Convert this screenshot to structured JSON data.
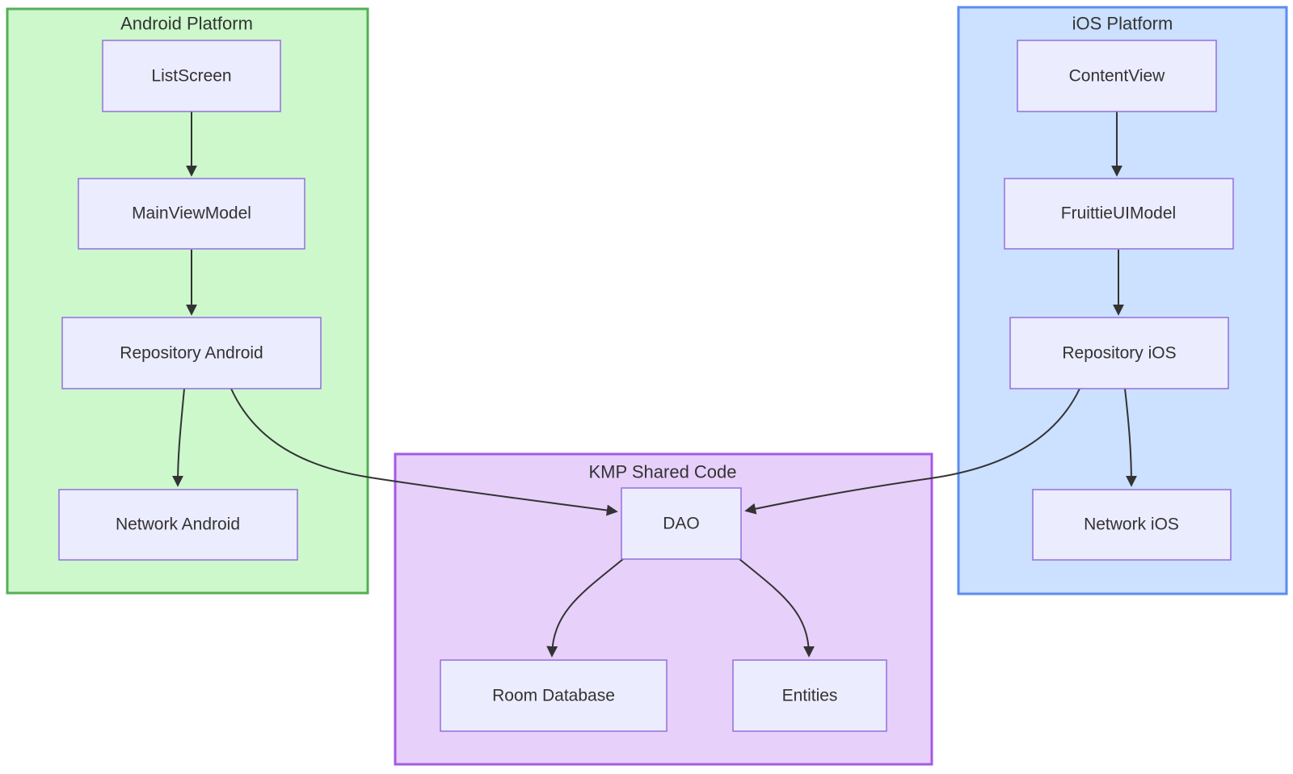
{
  "diagram": {
    "clusters": {
      "android": {
        "label": "Android Platform"
      },
      "ios": {
        "label": "iOS Platform"
      },
      "kmp": {
        "label": "KMP Shared Code"
      }
    },
    "nodes": {
      "listscreen": {
        "label": "ListScreen"
      },
      "mainviewmodel": {
        "label": "MainViewModel"
      },
      "repository_android": {
        "label": "Repository Android"
      },
      "network_android": {
        "label": "Network Android"
      },
      "contentview": {
        "label": "ContentView"
      },
      "fruittieuimodel": {
        "label": "FruittieUIModel"
      },
      "repository_ios": {
        "label": "Repository iOS"
      },
      "network_ios": {
        "label": "Network iOS"
      },
      "dao": {
        "label": "DAO"
      },
      "room_database": {
        "label": "Room Database"
      },
      "entities": {
        "label": "Entities"
      }
    },
    "edges": [
      {
        "from": "ListScreen",
        "to": "MainViewModel"
      },
      {
        "from": "MainViewModel",
        "to": "Repository Android"
      },
      {
        "from": "Repository Android",
        "to": "Network Android"
      },
      {
        "from": "Repository Android",
        "to": "DAO"
      },
      {
        "from": "ContentView",
        "to": "FruittieUIModel"
      },
      {
        "from": "FruittieUIModel",
        "to": "Repository iOS"
      },
      {
        "from": "Repository iOS",
        "to": "Network iOS"
      },
      {
        "from": "Repository iOS",
        "to": "DAO"
      },
      {
        "from": "DAO",
        "to": "Room Database"
      },
      {
        "from": "DAO",
        "to": "Entities"
      }
    ],
    "colors": {
      "android_cluster_fill": "#CCF8CC",
      "android_cluster_border": "#56AE56",
      "ios_cluster_fill": "#CCE0FF",
      "ios_cluster_border": "#5B8DEE",
      "kmp_cluster_fill": "#E7D0FA",
      "kmp_cluster_border": "#A55AE5",
      "node_fill": "#ECECFF",
      "node_border": "#9370DB",
      "edge_color": "#333333",
      "text_color": "#333333",
      "background": "#FFFFFF"
    }
  }
}
